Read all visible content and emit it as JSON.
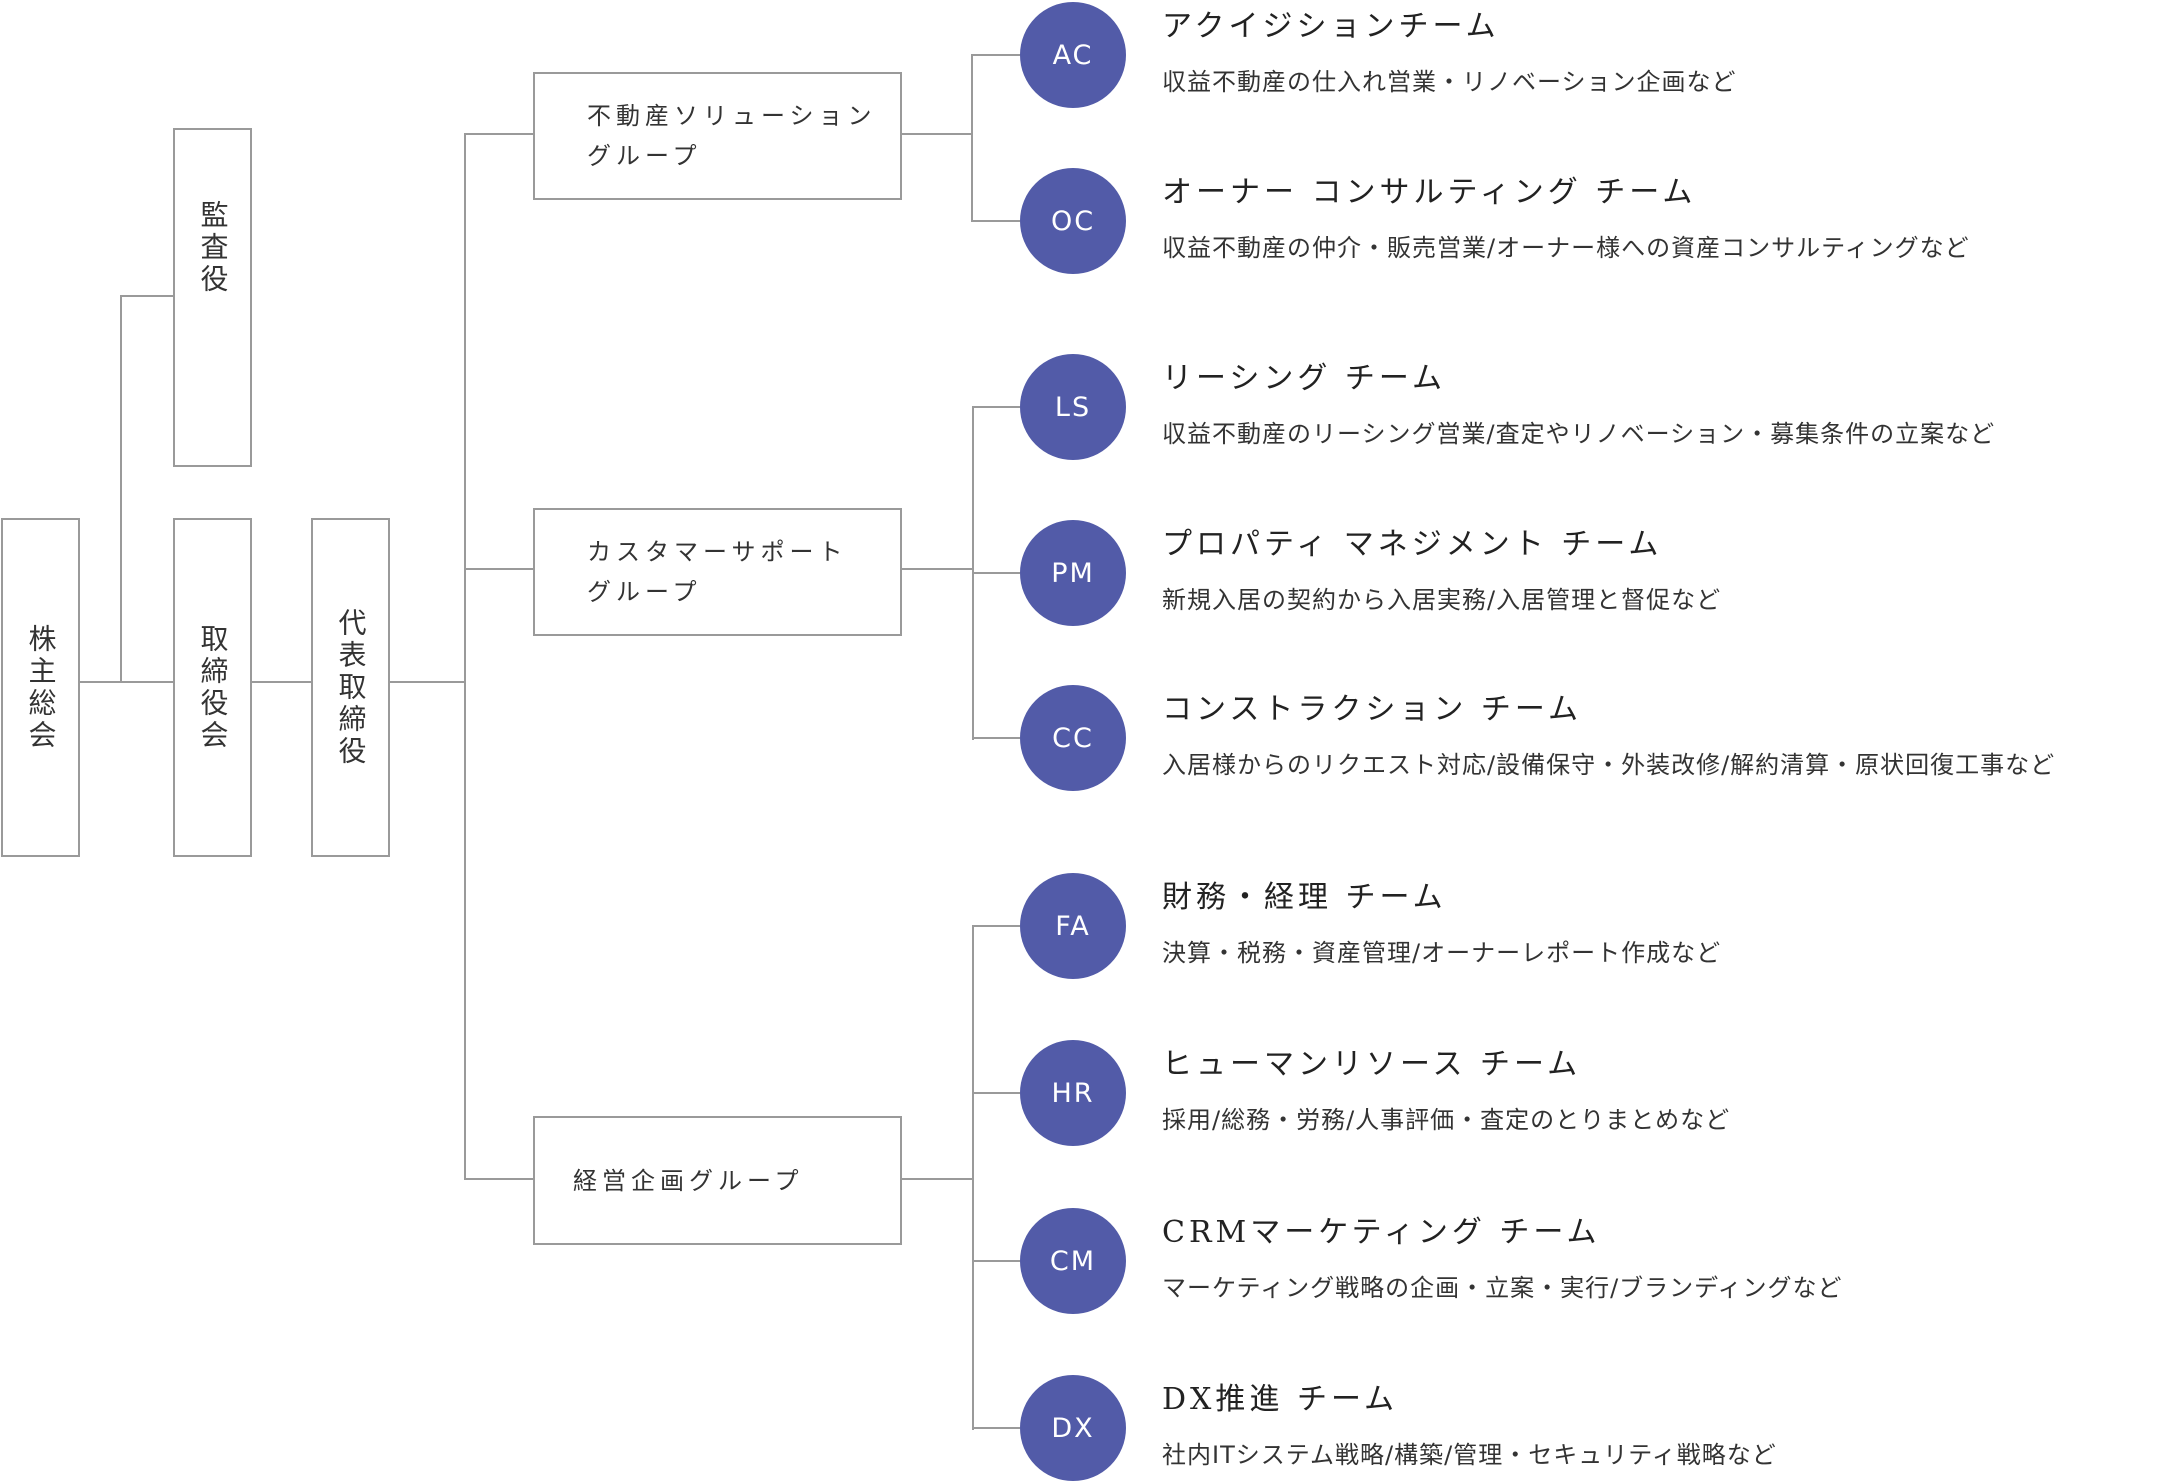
{
  "colors": {
    "circle": "#525ba8",
    "line": "#9a9a9a",
    "text": "#333333"
  },
  "executives": {
    "shareholders": "株主総会",
    "auditor": "監査役",
    "board": "取締役会",
    "ceo": "代表取締役"
  },
  "groups": [
    {
      "label": "不動産ソリューション\nグループ"
    },
    {
      "label": "カスタマーサポート\nグループ"
    },
    {
      "label": "経営企画グループ"
    }
  ],
  "teams": [
    {
      "abbr": "AC",
      "title": "アクイジションチーム",
      "desc": "収益不動産の仕入れ営業・リノベーション企画など",
      "group": 0
    },
    {
      "abbr": "OC",
      "title": "オーナー コンサルティング チーム",
      "desc": "収益不動産の仲介・販売営業/オーナー様への資産コンサルティングなど",
      "group": 0
    },
    {
      "abbr": "LS",
      "title": "リーシング チーム",
      "desc": "収益不動産のリーシング営業/査定やリノベーション・募集条件の立案など",
      "group": 1
    },
    {
      "abbr": "PM",
      "title": "プロパティ マネジメント チーム",
      "desc": "新規入居の契約から入居実務/入居管理と督促など",
      "group": 1
    },
    {
      "abbr": "CC",
      "title": "コンストラクション チーム",
      "desc": "入居様からのリクエスト対応/設備保守・外装改修/解約清算・原状回復工事など",
      "group": 1
    },
    {
      "abbr": "FA",
      "title": "財務・経理 チーム",
      "desc": "決算・税務・資産管理/オーナーレポート作成など",
      "group": 2
    },
    {
      "abbr": "HR",
      "title": "ヒューマンリソース チーム",
      "desc": "採用/総務・労務/人事評価・査定のとりまとめなど",
      "group": 2
    },
    {
      "abbr": "CM",
      "title": "CRMマーケティング チーム",
      "desc": "マーケティング戦略の企画・立案・実行/ブランディングなど",
      "group": 2
    },
    {
      "abbr": "DX",
      "title": "DX推進 チーム",
      "desc": "社内ITシステム戦略/構築/管理・セキュリティ戦略など",
      "group": 2
    }
  ]
}
